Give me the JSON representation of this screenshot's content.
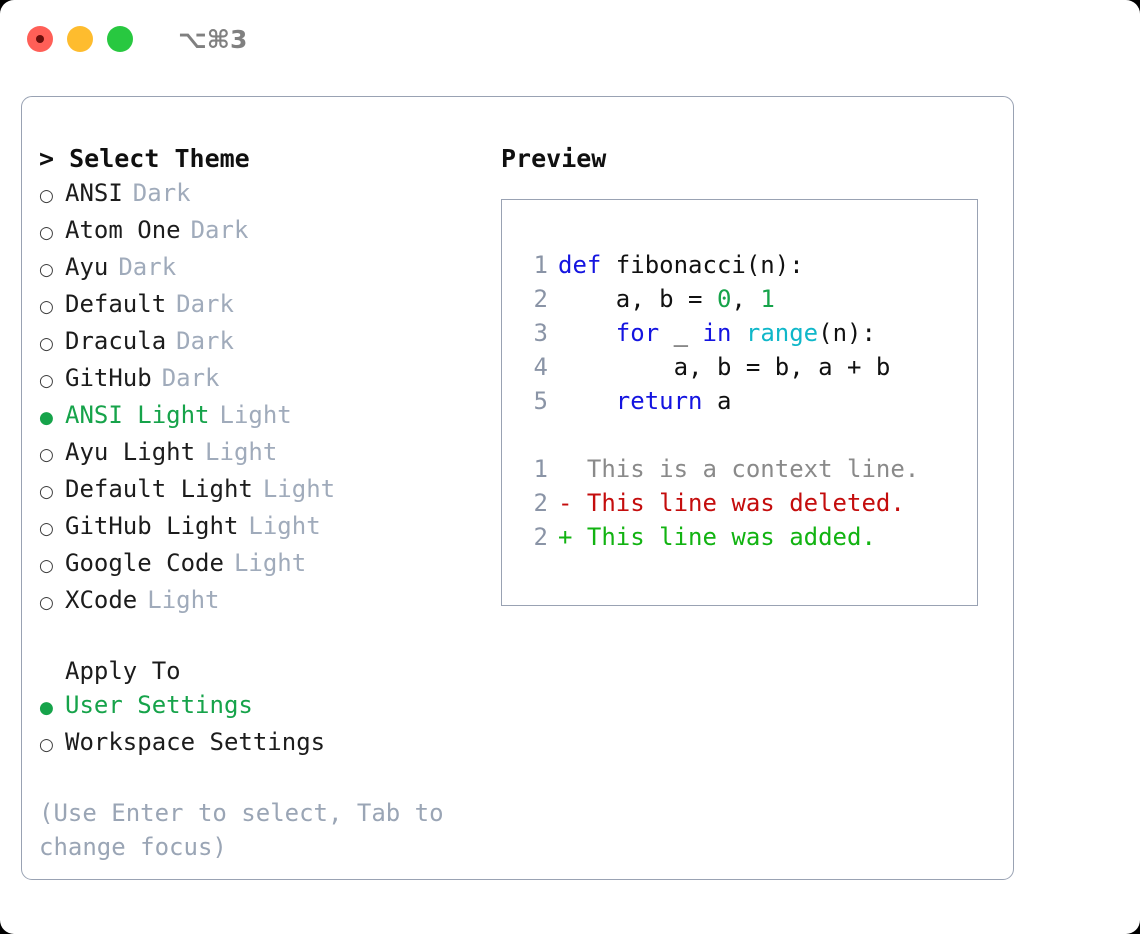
{
  "titlebar": {
    "shortcut": "⌥⌘3",
    "buttons": [
      {
        "name": "close",
        "color": "#ff5f57"
      },
      {
        "name": "minimize",
        "color": "#febc2e"
      },
      {
        "name": "maximize",
        "color": "#28c840"
      }
    ]
  },
  "theme_picker": {
    "heading": "> Select Theme",
    "items": [
      {
        "marker": "○",
        "name": "ANSI",
        "variant": "Dark",
        "selected": false
      },
      {
        "marker": "○",
        "name": "Atom One",
        "variant": "Dark",
        "selected": false
      },
      {
        "marker": "○",
        "name": "Ayu",
        "variant": "Dark",
        "selected": false
      },
      {
        "marker": "○",
        "name": "Default",
        "variant": "Dark",
        "selected": false
      },
      {
        "marker": "○",
        "name": "Dracula",
        "variant": "Dark",
        "selected": false
      },
      {
        "marker": "○",
        "name": "GitHub",
        "variant": "Dark",
        "selected": false
      },
      {
        "marker": "●",
        "name": "ANSI Light",
        "variant": "Light",
        "selected": true
      },
      {
        "marker": "○",
        "name": "Ayu Light",
        "variant": "Light",
        "selected": false
      },
      {
        "marker": "○",
        "name": "Default Light",
        "variant": "Light",
        "selected": false
      },
      {
        "marker": "○",
        "name": "GitHub Light",
        "variant": "Light",
        "selected": false
      },
      {
        "marker": "○",
        "name": "Google Code",
        "variant": "Light",
        "selected": false
      },
      {
        "marker": "○",
        "name": "XCode",
        "variant": "Light",
        "selected": false
      }
    ]
  },
  "apply_to": {
    "heading": "Apply To",
    "options": [
      {
        "marker": "●",
        "label": "User Settings",
        "selected": true
      },
      {
        "marker": "○",
        "label": "Workspace Settings",
        "selected": false
      }
    ]
  },
  "hint": "(Use Enter to select, Tab to change focus)",
  "preview": {
    "title": "Preview",
    "code_lines": [
      {
        "no": "1",
        "tokens": [
          {
            "t": "def",
            "c": "kw"
          },
          {
            "t": " fibonacci(n):",
            "c": "txt"
          }
        ]
      },
      {
        "no": "2",
        "tokens": [
          {
            "t": "    a, b = ",
            "c": "txt"
          },
          {
            "t": "0",
            "c": "num"
          },
          {
            "t": ", ",
            "c": "txt"
          },
          {
            "t": "1",
            "c": "num"
          }
        ]
      },
      {
        "no": "3",
        "tokens": [
          {
            "t": "    ",
            "c": "txt"
          },
          {
            "t": "for",
            "c": "kw"
          },
          {
            "t": " _ ",
            "c": "txt"
          },
          {
            "t": "in",
            "c": "kw"
          },
          {
            "t": " ",
            "c": "txt"
          },
          {
            "t": "range",
            "c": "fn"
          },
          {
            "t": "(n):",
            "c": "txt"
          }
        ]
      },
      {
        "no": "4",
        "tokens": [
          {
            "t": "        a, b = b, a + b",
            "c": "txt"
          }
        ]
      },
      {
        "no": "5",
        "tokens": [
          {
            "t": "    ",
            "c": "txt"
          },
          {
            "t": "return",
            "c": "kw"
          },
          {
            "t": " a",
            "c": "txt"
          }
        ]
      }
    ],
    "diff_lines": [
      {
        "no": "1",
        "sign": " ",
        "text": " This is a context line.",
        "kind": "ctx"
      },
      {
        "no": "2",
        "sign": "-",
        "text": " This line was deleted.",
        "kind": "del"
      },
      {
        "no": "2",
        "sign": "+",
        "text": " This line was added.",
        "kind": "add"
      }
    ]
  },
  "colors": {
    "accent_green": "#16a34a",
    "keyword_blue": "#1414e0",
    "function_cyan": "#0fb7c9",
    "number_green": "#16a34a",
    "diff_delete_red": "#c40d0d",
    "diff_add_green": "#12b312",
    "muted_gray": "#a0abbb",
    "border": "#99a2b3"
  }
}
